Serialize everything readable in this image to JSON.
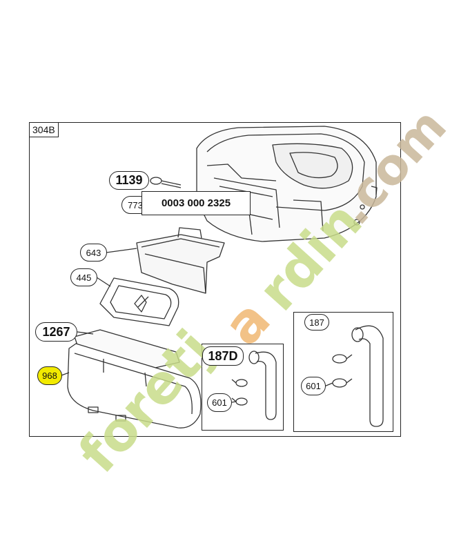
{
  "diagram": {
    "section_label": "304B",
    "part_number_box": "0003 000 2325",
    "callouts": {
      "c1139": "1139",
      "c773": "773",
      "c643": "643",
      "c445": "445",
      "c1267": "1267",
      "c968": "968",
      "c187D": "187D",
      "c601a": "601",
      "c187": "187",
      "c601b": "601"
    },
    "watermark": "foretjardin.com"
  },
  "colors": {
    "highlight": "#f2ea00",
    "line": "#222222",
    "watermark_green": "#c8dc8a",
    "watermark_orange": "#f0b872",
    "watermark_tan": "#c9b79a"
  }
}
